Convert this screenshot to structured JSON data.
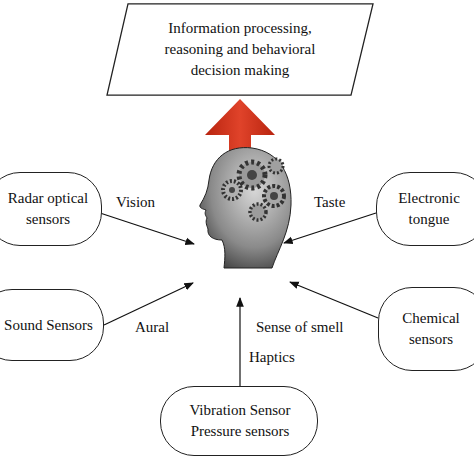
{
  "diagram": {
    "nodes": [
      {
        "text": [
          "Information processing, reasoning and behavioral decision making"
        ]
      },
      {
        "text": [
          "Radar optical sensors"
        ]
      },
      {
        "text": [
          "Electronic tongue"
        ]
      },
      {
        "text": [
          "Sound Sensors"
        ]
      },
      {
        "text": [
          "Chemical sensors"
        ]
      },
      {
        "text": [
          "Vibration Sensor Pressure sensors"
        ]
      }
    ],
    "labels": [
      "Vision",
      "Taste",
      "Aural",
      "Sense of smell",
      "Haptics"
    ]
  }
}
